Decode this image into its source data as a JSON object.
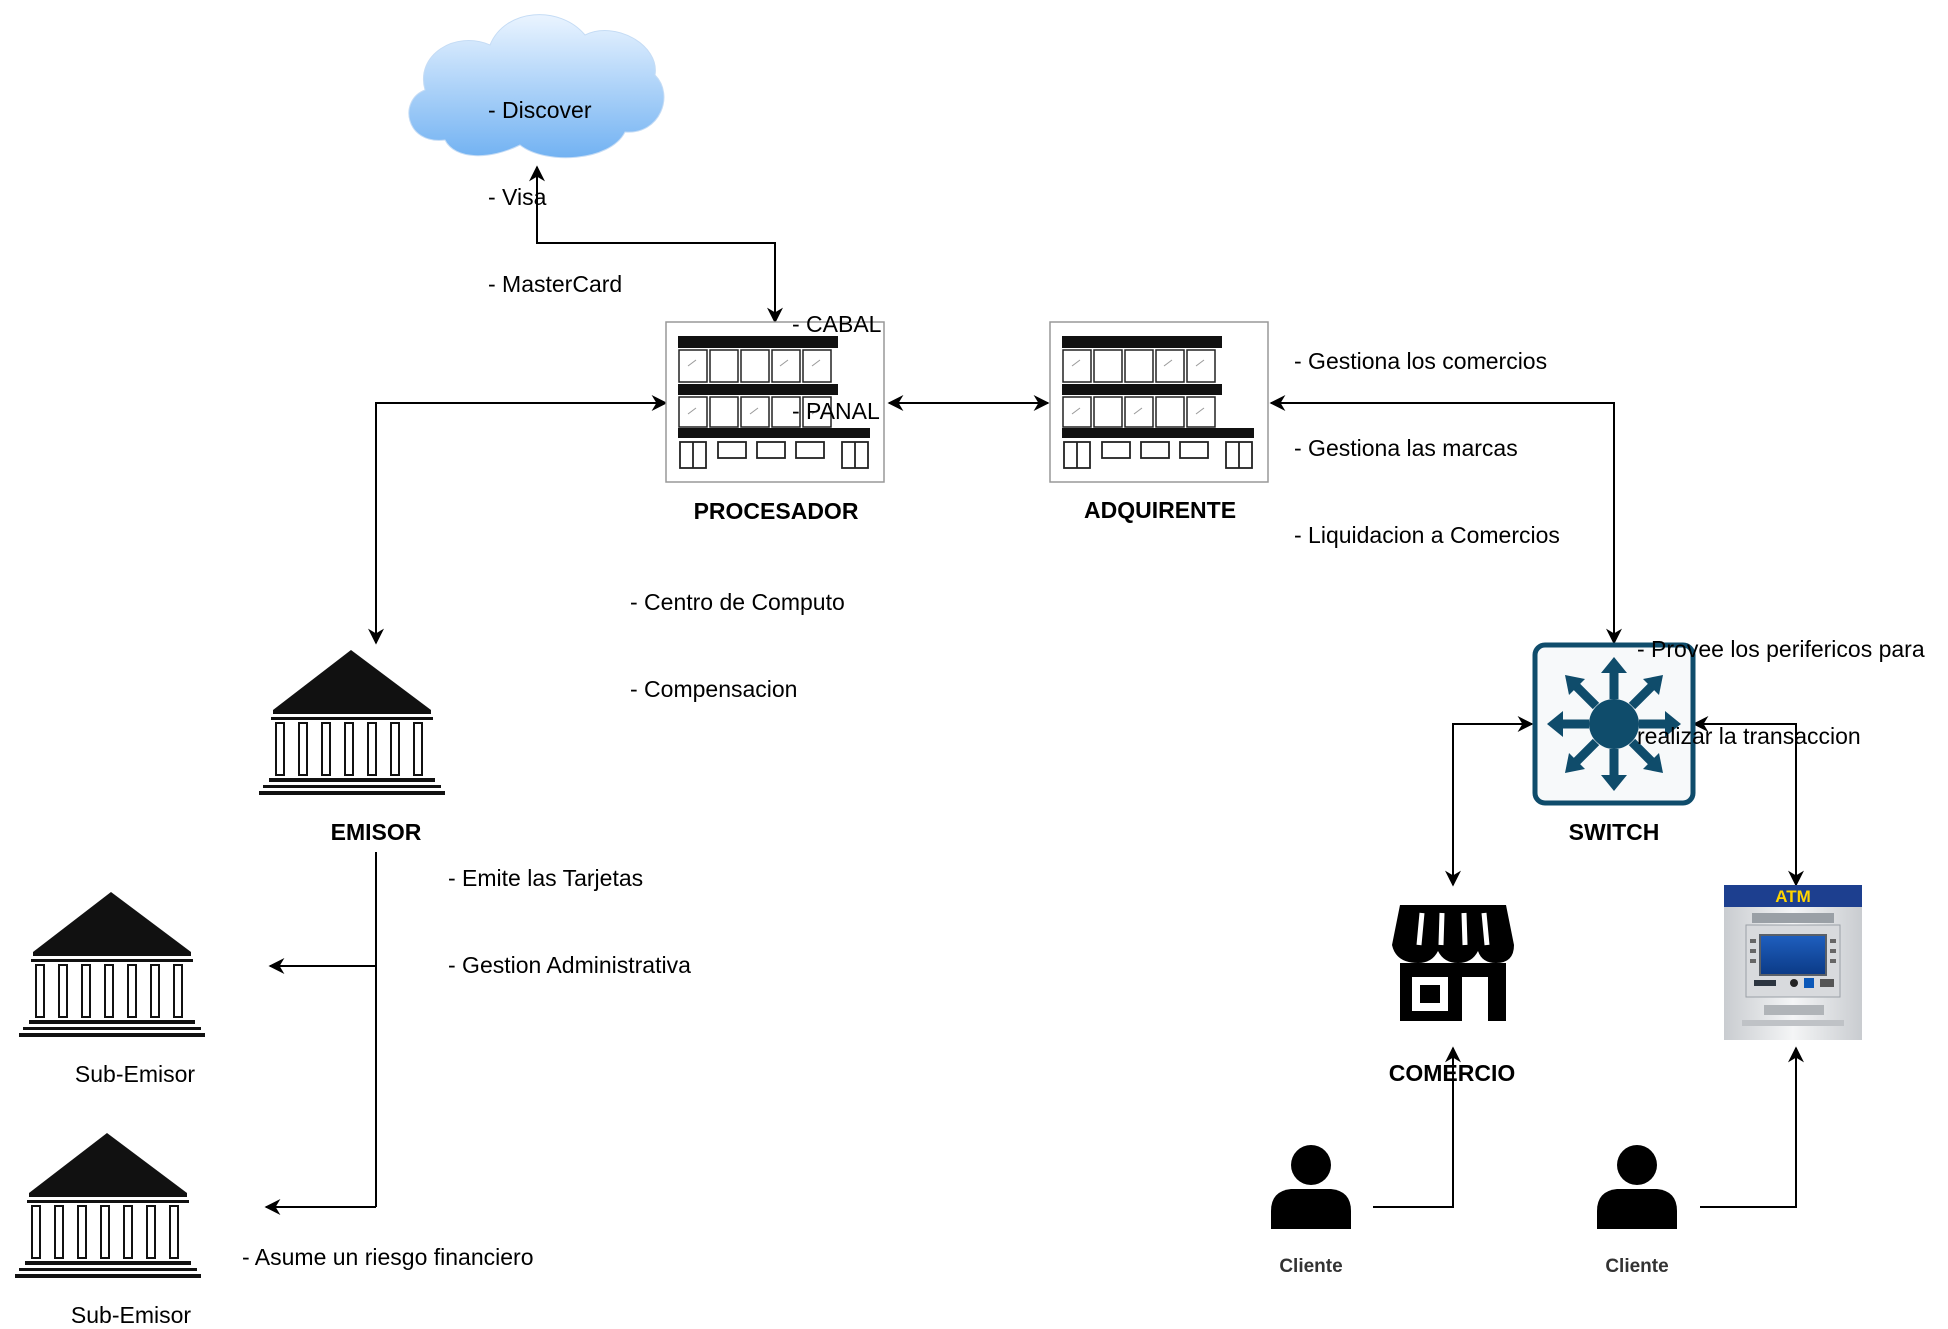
{
  "cloud": {
    "lines": [
      "- Discover",
      "- Visa",
      "- MasterCard"
    ]
  },
  "procesador": {
    "title": "PROCESADOR",
    "top_notes": [
      "- CABAL",
      "- PANAL"
    ],
    "notes": [
      "- Centro de Computo",
      "- Compensacion"
    ]
  },
  "adquirente": {
    "title": "ADQUIRENTE",
    "notes": [
      "- Gestiona los comercios",
      "- Gestiona las marcas",
      "- Liquidacion a Comercios"
    ]
  },
  "switch": {
    "title": "SWITCH",
    "notes": [
      "- Provee los perifericos para",
      "realizar la transaccion"
    ]
  },
  "emisor": {
    "title": "EMISOR",
    "notes": [
      "- Emite las Tarjetas",
      "- Gestion Administrativa"
    ]
  },
  "sub_emisor_1": {
    "title": "Sub-Emisor"
  },
  "sub_emisor_2": {
    "title": "Sub-Emisor",
    "notes": [
      "- Asume un riesgo financiero"
    ]
  },
  "comercio": {
    "title": "COMERCIO"
  },
  "atm": {
    "label": "ATM"
  },
  "cliente_1": {
    "title": "Cliente"
  },
  "cliente_2": {
    "title": "Cliente"
  },
  "colors": {
    "switch_stroke": "#0f4c6b",
    "cloud_top": "#e8f3ff",
    "cloud_bottom": "#7eb8f3",
    "atm_label": "#ffd400"
  }
}
